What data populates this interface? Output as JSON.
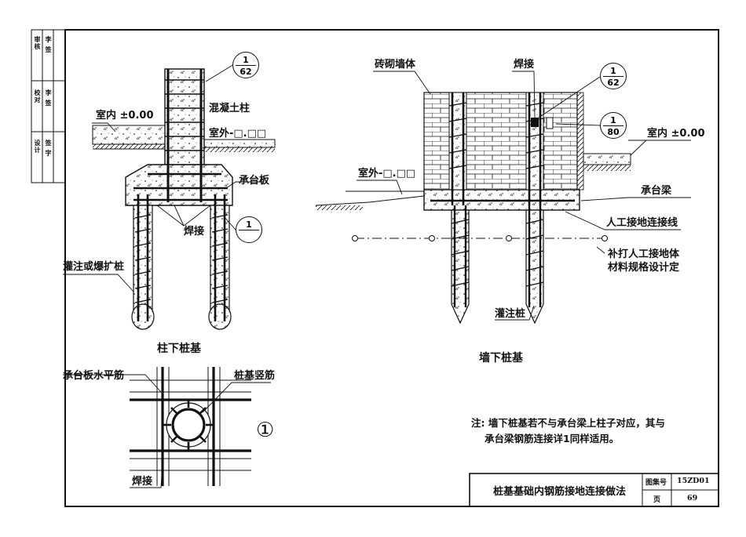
{
  "title_block": {
    "drawing_title": "桩基基础内钢筋接地连接做法",
    "atlas_no_label": "图集号",
    "atlas_no": "15ZD01",
    "page_label": "页",
    "page_no": "69"
  },
  "sidebar": {
    "rows": [
      {
        "role": "审核",
        "name": "李 签"
      },
      {
        "role": "校对",
        "name": "李 签"
      },
      {
        "role": "设计",
        "name": "签 字"
      }
    ]
  },
  "left_detail": {
    "caption": "柱下桩基",
    "ref_top": {
      "num": "1",
      "sheet": "62"
    },
    "ref_mid": {
      "num": "1",
      "sheet": ""
    },
    "labels": {
      "indoor": "室内 ±0.00",
      "outdoor": "室外-□.□□",
      "column": "混凝土柱",
      "cap": "承台板",
      "weld": "焊接",
      "pile": "灌注或爆扩桩"
    }
  },
  "right_detail": {
    "caption": "墙下桩基",
    "ref_top": {
      "num": "1",
      "sheet": "62"
    },
    "ref_mid": {
      "num": "1",
      "sheet": "80"
    },
    "labels": {
      "wall": "砖砌墙体",
      "weld": "焊接",
      "indoor": "室内 ±0.00",
      "outdoor": "室外-□.□□",
      "beam": "承台梁",
      "ground_line": "人工接地连接线",
      "supplement_1": "补打人工接地体",
      "supplement_2": "材料规格设计定",
      "pile": "灌注桩"
    }
  },
  "detail_1": {
    "label_h": "承台板水平筋",
    "label_v": "桩基竖筋",
    "label_weld": "焊接",
    "marker": "①"
  },
  "note": {
    "line1": "注: 墙下桩基若不与承台梁上柱子对应，其与",
    "line2": "承台梁钢筋连接详1同样适用。"
  }
}
